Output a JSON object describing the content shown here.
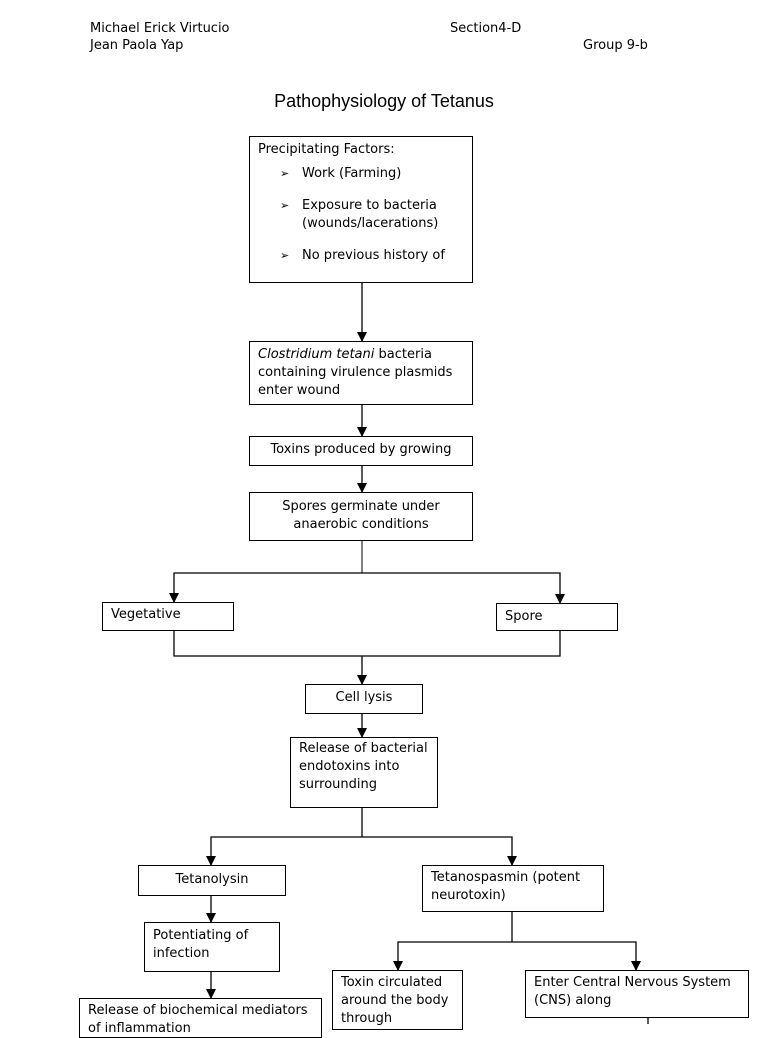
{
  "header": {
    "name1": "Michael Erick Virtucio",
    "name2": "Jean Paola Yap",
    "section": "Section4-D",
    "group": "Group 9-b"
  },
  "title": "Pathophysiology of Tetanus",
  "nodes": {
    "precipitating": {
      "heading": "Precipitating Factors:",
      "items": [
        "Work (Farming)",
        "Exposure to bacteria (wounds/lacerations)",
        "No previous history of"
      ]
    },
    "clostridium": {
      "italic": "Clostridium tetani",
      "rest": " bacteria containing virulence plasmids enter wound"
    },
    "toxins": "Toxins produced by growing",
    "spores": "Spores germinate under anaerobic conditions",
    "vegetative": "Vegetative",
    "spore": "Spore",
    "cell_lysis": "Cell lysis",
    "release": "Release of bacterial endotoxins into surrounding",
    "tetanolysin": "Tetanolysin",
    "tetanospasmin": "Tetanospasmin (potent neurotoxin)",
    "potentiating": "Potentiating of infection",
    "toxin_circulated": "Toxin circulated around the body through",
    "enter_cns": "Enter Central Nervous System (CNS) along",
    "biochemical": "Release of biochemical mediators of inflammation"
  }
}
